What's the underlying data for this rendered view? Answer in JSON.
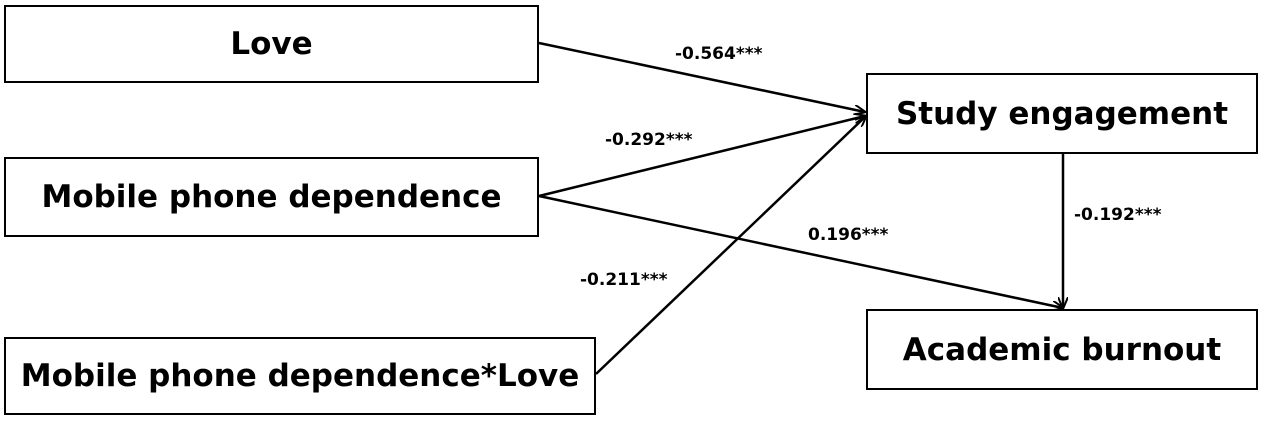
{
  "nodes": {
    "love": "Love",
    "mobile_phone_dependence": "Mobile phone dependence",
    "interaction": "Mobile phone dependence*Love",
    "study_engagement": "Study engagement",
    "academic_burnout": "Academic burnout"
  },
  "paths": {
    "love_to_engagement": "-0.564***",
    "dependence_to_engagement": "-0.292***",
    "dependence_to_burnout": "0.196***",
    "interaction_to_engagement": "-0.211***",
    "engagement_to_burnout": "-0.192***"
  }
}
